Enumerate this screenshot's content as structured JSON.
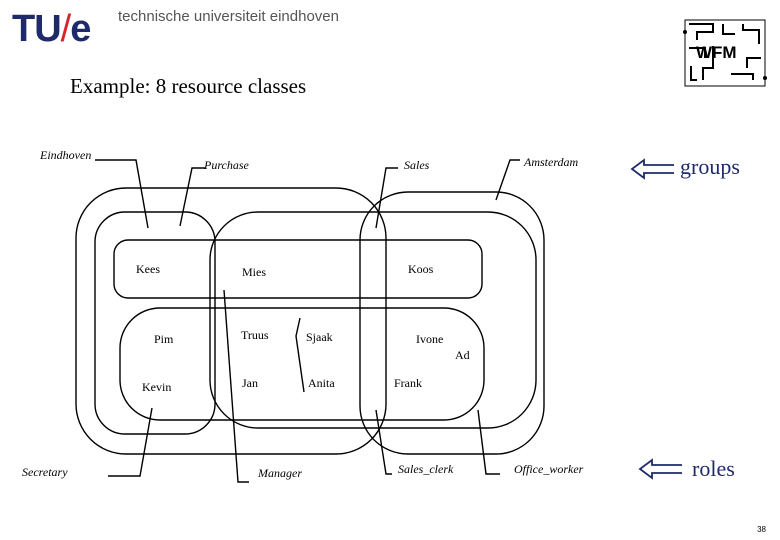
{
  "header": {
    "logo_text": "TU/e",
    "university": "technische universiteit eindhoven",
    "badge_text": "WFM"
  },
  "title": "Example: 8 resource classes",
  "groups": {
    "eindhoven": "Eindhoven",
    "purchase": "Purchase",
    "sales": "Sales",
    "amsterdam": "Amsterdam"
  },
  "roles": {
    "secretary": "Secretary",
    "manager": "Manager",
    "sales_clerk": "Sales_clerk",
    "office_worker": "Office_worker"
  },
  "resources": {
    "kees": "Kees",
    "mies": "Mies",
    "koos": "Koos",
    "pim": "Pim",
    "truus": "Truus",
    "sjaak": "Sjaak",
    "ivone": "Ivone",
    "ad": "Ad",
    "kevin": "Kevin",
    "jan": "Jan",
    "anita": "Anita",
    "frank": "Frank"
  },
  "legend": {
    "groups_label": "groups",
    "roles_label": "roles"
  },
  "page_number": "38",
  "colors": {
    "brand": "#1f2a6b",
    "accent": "#d8232a"
  }
}
